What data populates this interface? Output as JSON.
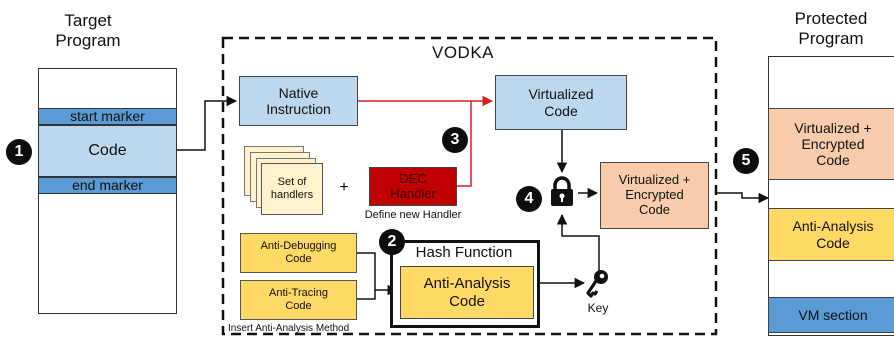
{
  "target_program": {
    "title_line1": "Target",
    "title_line2": "Program",
    "start_marker": "start marker",
    "code": "Code",
    "end_marker": "end marker"
  },
  "vodka": {
    "title": "VODKA",
    "native_instruction": [
      "Native",
      "Instruction"
    ],
    "virtualized_code": [
      "Virtualized",
      "Code"
    ],
    "set_of_handlers": [
      "Set of",
      "handlers"
    ],
    "plus": "+",
    "dec_handler": [
      "DEC",
      "Handler"
    ],
    "define_new_handler": "Define new Handler",
    "encrypted_code": [
      "Virtualized +",
      "Encrypted",
      "Code"
    ],
    "anti_debugging": [
      "Anti-Debugging",
      "Code"
    ],
    "anti_tracing": [
      "Anti-Tracing",
      "Code"
    ],
    "insert_method": "Insert Anti-Analysis Method",
    "hash_function": "Hash Function",
    "anti_analysis": [
      "Anti-Analysis",
      "Code"
    ],
    "key": "Key"
  },
  "protected_program": {
    "title_line1": "Protected",
    "title_line2": "Program",
    "encrypted_code": [
      "Virtualized +",
      "Encrypted",
      "Code"
    ],
    "anti_analysis": [
      "Anti-Analysis",
      "Code"
    ],
    "vm_section": "VM section"
  },
  "steps": [
    "1",
    "2",
    "3",
    "4",
    "5"
  ],
  "colors": {
    "light_blue": "#bdd7ee",
    "blue": "#5b9bd5",
    "yellow": "#ffd966",
    "salmon": "#f8cbad",
    "dark_red": "#c00000",
    "cream": "#fff2cc",
    "red_arrow": "#d62020"
  }
}
